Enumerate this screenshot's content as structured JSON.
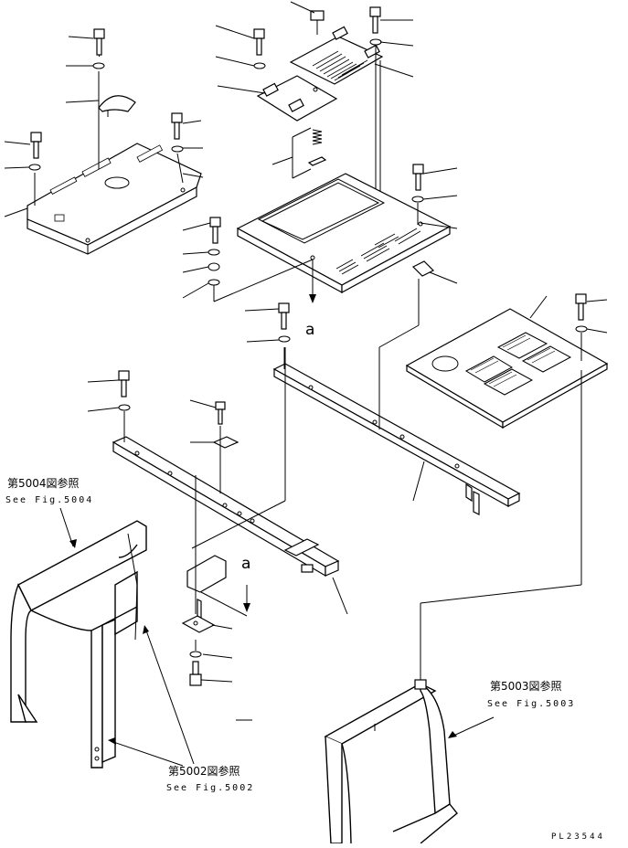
{
  "references": [
    {
      "id": "fig5004",
      "jp": "第5004図参照",
      "en": "See Fig.5004"
    },
    {
      "id": "fig5003",
      "jp": "第5003図参照",
      "en": "See Fig.5003"
    },
    {
      "id": "fig5002",
      "jp": "第5002図参照",
      "en": "See Fig.5002"
    }
  ],
  "view_marks": {
    "upper": "a",
    "lower": "a"
  },
  "drawing_code": "PL23544"
}
